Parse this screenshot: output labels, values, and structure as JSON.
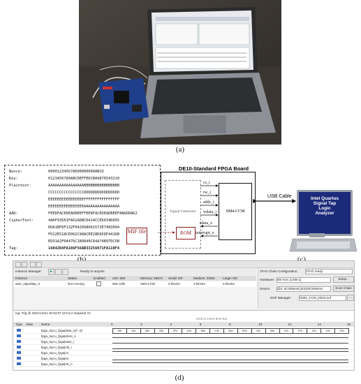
{
  "captions": {
    "a": "(a)",
    "b": "(b)",
    "c": "(c)",
    "d": "(d)"
  },
  "memory": {
    "rows": [
      {
        "label": "Nonce:",
        "value": "000012345678000000000ABCD"
      },
      {
        "label": "Key:",
        "value": "0123456789ABCDEFFEDCBA9876543210"
      },
      {
        "label": "Plaintext:",
        "value": "AAAAAAAAAAAAAAAABBBBBBBBBBBBBBBB"
      },
      {
        "label": "",
        "value": "CCCCCCCCCCCCCCCCDDDDDDDDDDDDDDDD"
      },
      {
        "label": "",
        "value": "EEEEEEEEEEEEEEEEFFFFFFFFFFFFFFFF"
      },
      {
        "label": "",
        "value": "EEEEEEEEEEEEEEEEAAAAAAAAAAAAAAAA"
      },
      {
        "label": "AAD:",
        "value": "FEEDFACEDEADBEEFFEEDFACEDEADBEEFABADDAD2"
      },
      {
        "label": "CipherText:",
        "value": "48AF93501FA62ADBCD414CCE6034D895"
      },
      {
        "label": "",
        "value": "DDA1BF8F132F042098661572E7483094"
      },
      {
        "label": "",
        "value": "FD12E518CE062C98ACEE28D95DF4416B"
      },
      {
        "label": "",
        "value": "ED31A2F04476C180840C84A74B97DC5B"
      },
      {
        "label": "Tag:",
        "value": "16842D4FA186F56AB33256971FA110F4"
      }
    ],
    "mif_label": "MIF file"
  },
  "fpga": {
    "board_title": "DE10-Standard FPGA Board",
    "signal_generator": "Signal Generator",
    "rom": "ROM",
    "core": "SM4-CCM",
    "inputs": [
      "cs_i",
      "rw_i",
      "addr_i",
      "wdata_i"
    ],
    "outputs": [
      "rdata_o",
      "interrupt_o"
    ],
    "cable": "USB Cable",
    "monitor_lines": [
      "Intel Quartus",
      "Signal Tap",
      "Logic",
      "Analyzer"
    ]
  },
  "quartus": {
    "status": "Ready to acquire",
    "instance_manager": "Instance Manager:",
    "headers": [
      "Instance",
      "Status",
      "Enabled",
      "LEs: 656",
      "Memory: 28672",
      "Small: 0/0",
      "Medium: 3/553",
      "Large: 0/0"
    ],
    "instance_row": [
      "auto_signaltap_0",
      "Not running",
      "656 cells",
      "28672 bits",
      "0 blocks",
      "3 blocks",
      "0 blocks"
    ],
    "jtag_label": "JTAG Chain Configuration:",
    "jtag_status": "JTAG ready",
    "hardware_label": "Hardware:",
    "hardware_value": "DE-SoC [USB-1]",
    "setup_btn": "Setup...",
    "device_label": "Device:",
    "device_value": "@2: 5CSEBA6(.|ES)/5CSEMA6",
    "scan_btn": "Scan Chain",
    "sof_label": "SOF Manager:",
    "sof_value": "/SM4_CCM_DE10.sof",
    "log_title": "log: Trig @ 2021/12/01 20:04:07 (0:0:3.2 elapsed) #1",
    "insert_hint": "click to insert time bar",
    "col_type": "Type",
    "col_alias": "Alias",
    "col_name": "Name",
    "ticks": [
      "0",
      "2",
      "4",
      "6",
      "8",
      "10",
      "12",
      "14",
      "16"
    ],
    "signals": [
      "fpga_top:u_fpga|data_o[7..0]",
      "fpga_top:u_fpga|done_o",
      "fpga_top:u_fpga|start_i",
      "fpga_top:u_fpga|clk_i",
      "fpga_top:u_fpga|cs",
      "fpga_top:u_fpga|rw",
      "fpga_top:u_fpga|rst_n"
    ],
    "bus_values": [
      "00h",
      "14h",
      "84h",
      "2Dh",
      "4Fh",
      "A1h",
      "86h",
      "F5h",
      "6Ah",
      "B3h",
      "32h",
      "56h",
      "97h",
      "1Fh",
      "A1h",
      "10h",
      "F4h"
    ]
  }
}
